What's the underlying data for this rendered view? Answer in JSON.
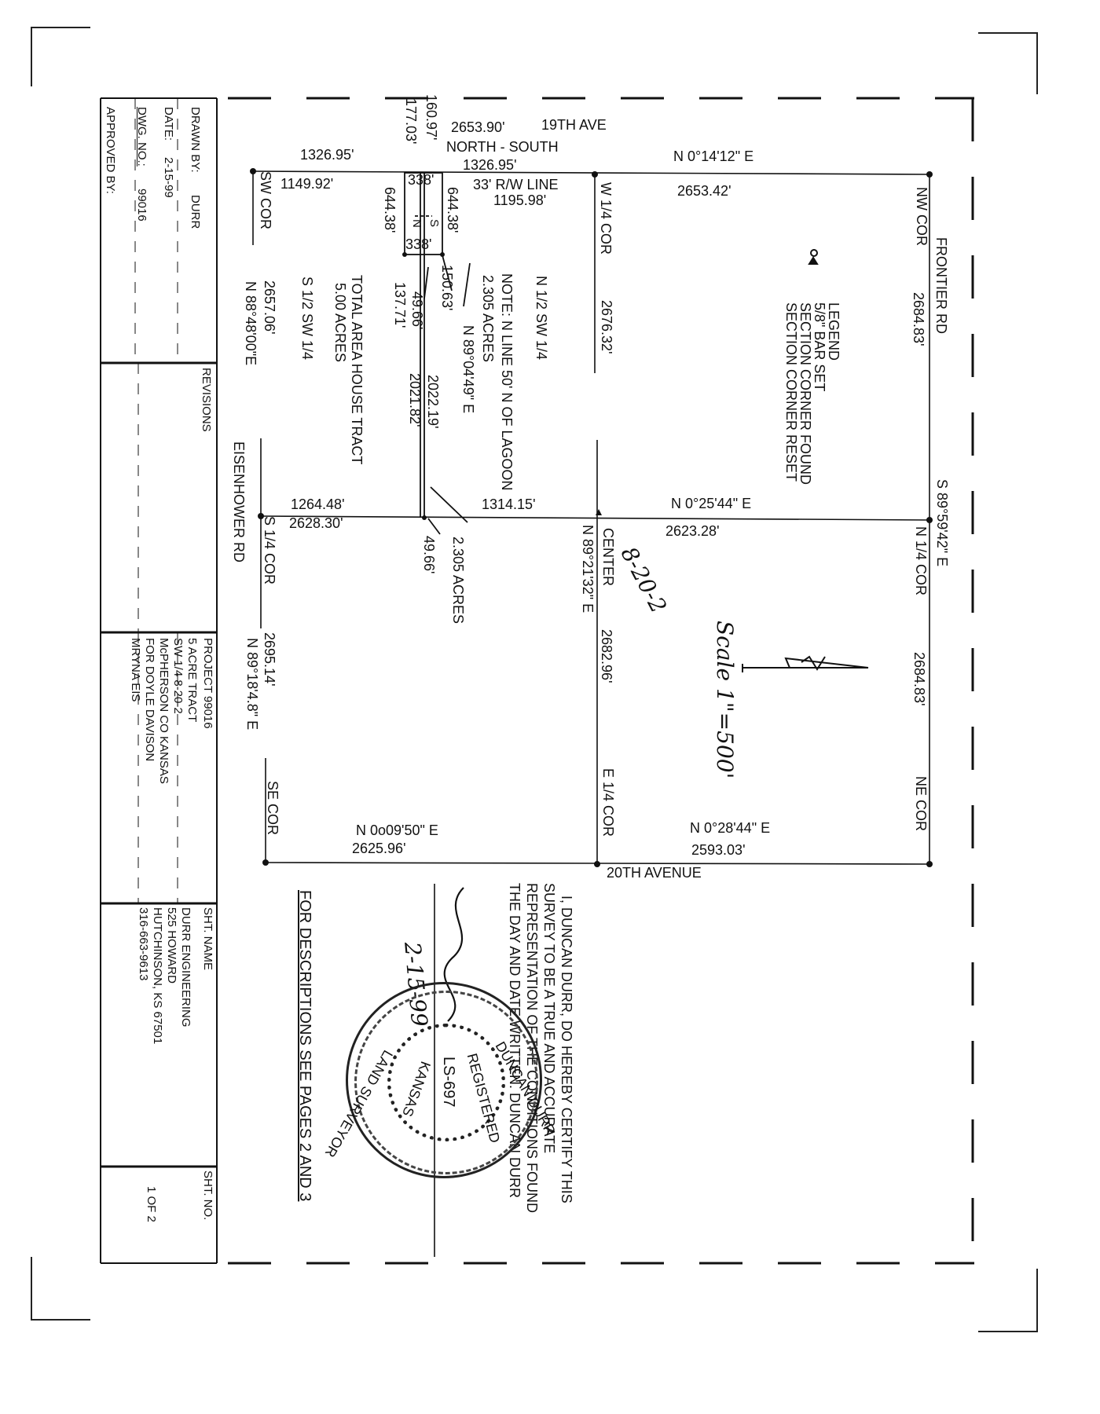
{
  "title_block": {
    "drawn_by_label": "DRAWN BY:",
    "drawn_by": "DURR",
    "date_label": "DATE:",
    "date": "2-15-99",
    "dwg_no_label": "DWG. NO.:",
    "dwg_no": "99016",
    "approved_by_label": "APPROVED BY:",
    "revisions_label": "REVISIONS",
    "project_lines": [
      "PROJECT 99016",
      "5 ACRE TRACT",
      "SW 1/4 8-20-2",
      "McPHERSON CO KANSAS",
      "FOR DOYLE DAVISON",
      "MRYNA EIS"
    ],
    "sheet_name_label": "SHT. NAME",
    "sheet_name_lines": [
      "DURR ENGINEERING",
      "525 HOWARD",
      "HUTCHINSON, KS   67501",
      "316-663-9613"
    ],
    "sheet_no_label": "SHT. NO.",
    "sheet_no": "1 OF 2"
  },
  "plat": {
    "roads": {
      "west": "19TH AVE",
      "north": "FRONTIER RD",
      "south": "EISENHOWER RD",
      "east": "20TH AVENUE"
    },
    "corners": {
      "nw": "NW COR",
      "ne": "NE COR",
      "sw": "SW COR",
      "se": "SE COR",
      "w_quarter": "W 1/4 COR",
      "n_quarter": "N 1/4 COR",
      "s_quarter": "S 1/4 COR",
      "e_quarter": "E 1/4 COR",
      "center": "CENTER"
    },
    "legend": {
      "title": "LEGEND",
      "items": [
        "5/8\" BAR SET",
        "SECTION CORNER FOUND",
        "SECTION CORNER RESET"
      ]
    },
    "dims": {
      "d_2653_90": "2653.90'",
      "north_south": "NORTH - SOUTH",
      "d_1326_95_a": "1326.95'",
      "d_1326_95_b": "1326.95'",
      "d_1149_92": "1149.92'",
      "rw_line": "33' R/W LINE",
      "d_1195_98": "1195.98'",
      "b_n01412": "N 0°14'12\" E",
      "d_2653_42": "2653.42'",
      "d_177_03": "177.03'",
      "d_160_97": "160.97'",
      "d_338_a": "338'",
      "d_338_b": "338'",
      "n_label": "N",
      "s_label": "S",
      "d_644_38_a": "644.38'",
      "d_644_38_b": "644.38'",
      "d_150_63": "150.63'",
      "d_49_66_a": "49.66'",
      "d_137_71": "137.71'",
      "acres_a": "2.305 ACRES",
      "note_lagoon": "NOTE: N LINE 50' N OF LAGOON",
      "b_n890449": "N 89°04'49\" E",
      "d_2022_19": "2022.19'",
      "d_2021_82": "2021.82'",
      "total_area_1": "TOTAL AREA HOUSE TRACT",
      "total_area_2": "5.00 ACRES",
      "s_half_sw": "S 1/2 SW 1/4",
      "n_half_sw": "N 1/2 SW 1/4",
      "d_2657_06": "2657.06'",
      "b_n884800": "N 88°48'00\"E",
      "d_2676_32": "2676.32'",
      "d_2684_83_a": "2684.83'",
      "d_1264_48": "1264.48'",
      "d_2628_30": "2628.30'",
      "d_1314_15": "1314.15'",
      "b_n02544": "N 0°25'44\" E",
      "d_2623_28": "2623.28'",
      "b_s895942": "S 89°59'42\" E",
      "acres_b": "2.305 ACRES",
      "d_49_66_b": "49.66'",
      "b_n892132": "N 89°21'32\" E",
      "d_2682_96": "2682.96'",
      "d_2684_83_b": "2684.83'",
      "d_2695_14": "2695.14'",
      "b_n89188": "N 89°18'4.8\" E",
      "b_n00950": "N 0o09'50\" E",
      "d_2625_96": "2625.96'",
      "b_n02844": "N 0°28'44\" E",
      "d_2593_03": "2593.03'"
    },
    "handwritten": {
      "section": "8-20-2",
      "scale": "Scale 1\"=500'",
      "sig_date": "2-15-99"
    },
    "certification": [
      "I, DUNCAN DURR, DO HEREBY CERTIFY THIS",
      "SURVEY TO BE A TRUE AND ACCURATE",
      "REPRESENTATION OF THE CONDITIONS FOUND",
      "THE DAY AND DATE WRITTEN. DUNCAN DURR"
    ],
    "descriptions": "FOR DESCRIPTIONS SEE PAGES 2 AND 3",
    "seal": {
      "top": "DUNCAN DURR",
      "middle": "REGISTERED",
      "number": "LS-697",
      "state": "KANSAS",
      "bottom": "LAND SURVEYOR"
    }
  }
}
